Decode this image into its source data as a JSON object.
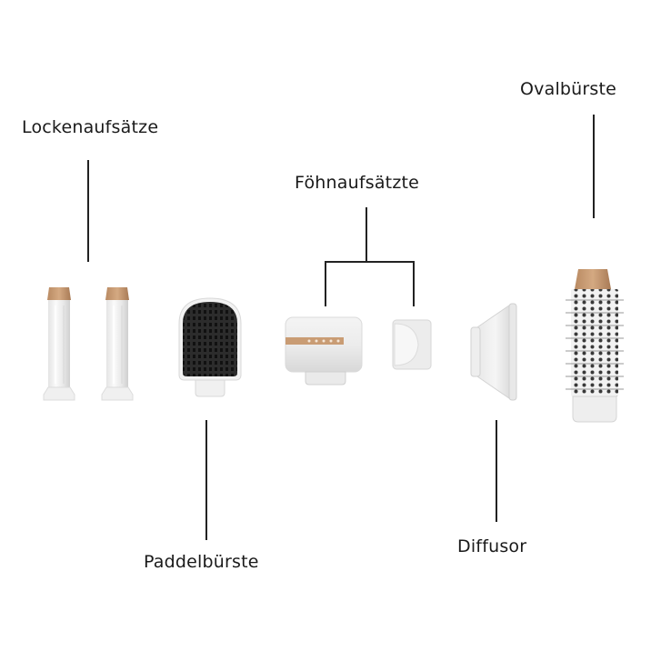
{
  "labels": {
    "curling": "Lockenaufsätze",
    "dryer": "Föhnaufsätzte",
    "oval": "Ovalbürste",
    "paddle": "Paddelbürste",
    "diffuser": "Diffusor"
  },
  "colors": {
    "accent_copper": "#c79a72",
    "body_white": "#eeeeee",
    "bristle_black": "#2a2a2a",
    "line": "#222222"
  }
}
